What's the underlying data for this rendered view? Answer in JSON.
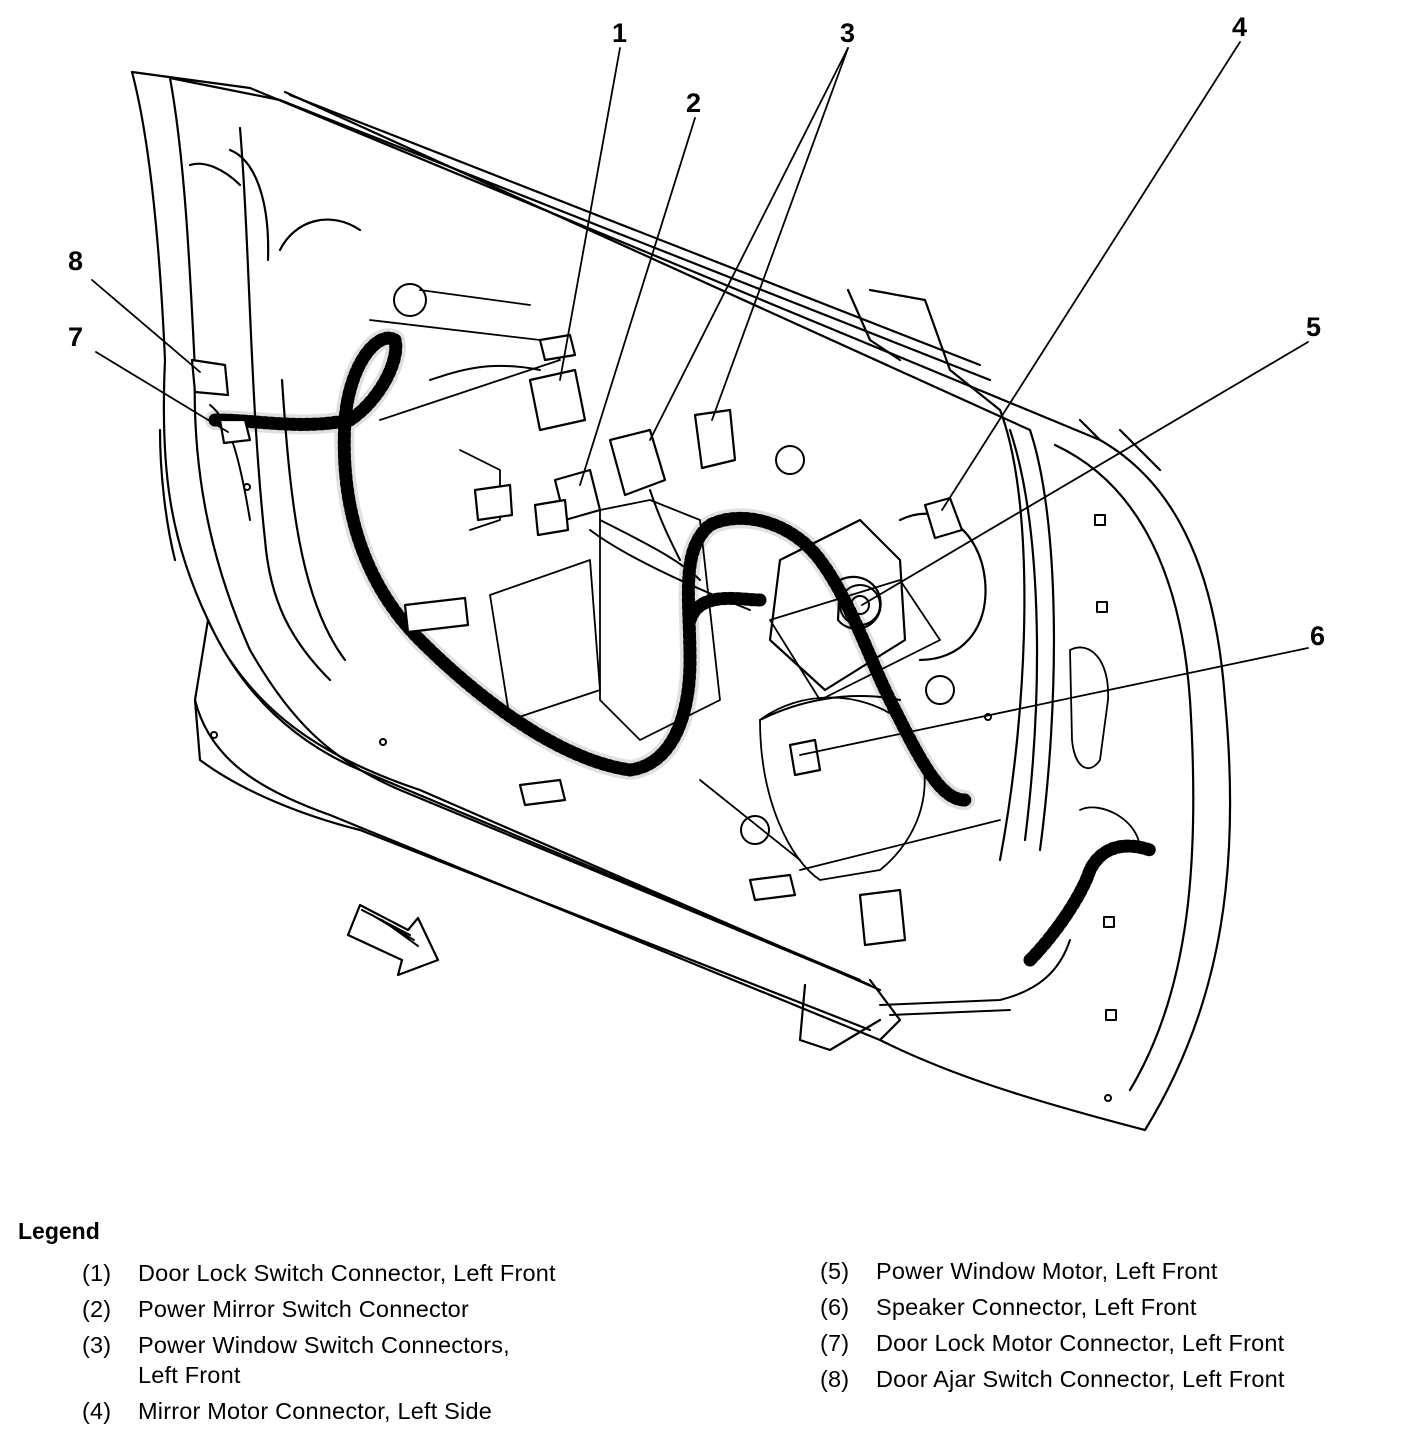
{
  "callouts": [
    {
      "id": "1",
      "label": "1"
    },
    {
      "id": "2",
      "label": "2"
    },
    {
      "id": "3",
      "label": "3"
    },
    {
      "id": "4",
      "label": "4"
    },
    {
      "id": "5",
      "label": "5"
    },
    {
      "id": "6",
      "label": "6"
    },
    {
      "id": "7",
      "label": "7"
    },
    {
      "id": "8",
      "label": "8"
    }
  ],
  "legend": {
    "title": "Legend",
    "left": [
      {
        "num": "(1)",
        "text": "Door Lock Switch Connector, Left Front"
      },
      {
        "num": "(2)",
        "text": "Power Mirror Switch Connector"
      },
      {
        "num": "(3)",
        "text": "Power Window Switch Connectors,",
        "text2": "Left Front"
      },
      {
        "num": "(4)",
        "text": "Mirror Motor Connector, Left Side"
      }
    ],
    "right": [
      {
        "num": "(5)",
        "text": "Power Window Motor, Left Front"
      },
      {
        "num": "(6)",
        "text": "Speaker Connector, Left Front"
      },
      {
        "num": "(7)",
        "text": "Door Lock Motor Connector, Left Front"
      },
      {
        "num": "(8)",
        "text": "Door Ajar Switch Connector, Left Front"
      }
    ]
  }
}
